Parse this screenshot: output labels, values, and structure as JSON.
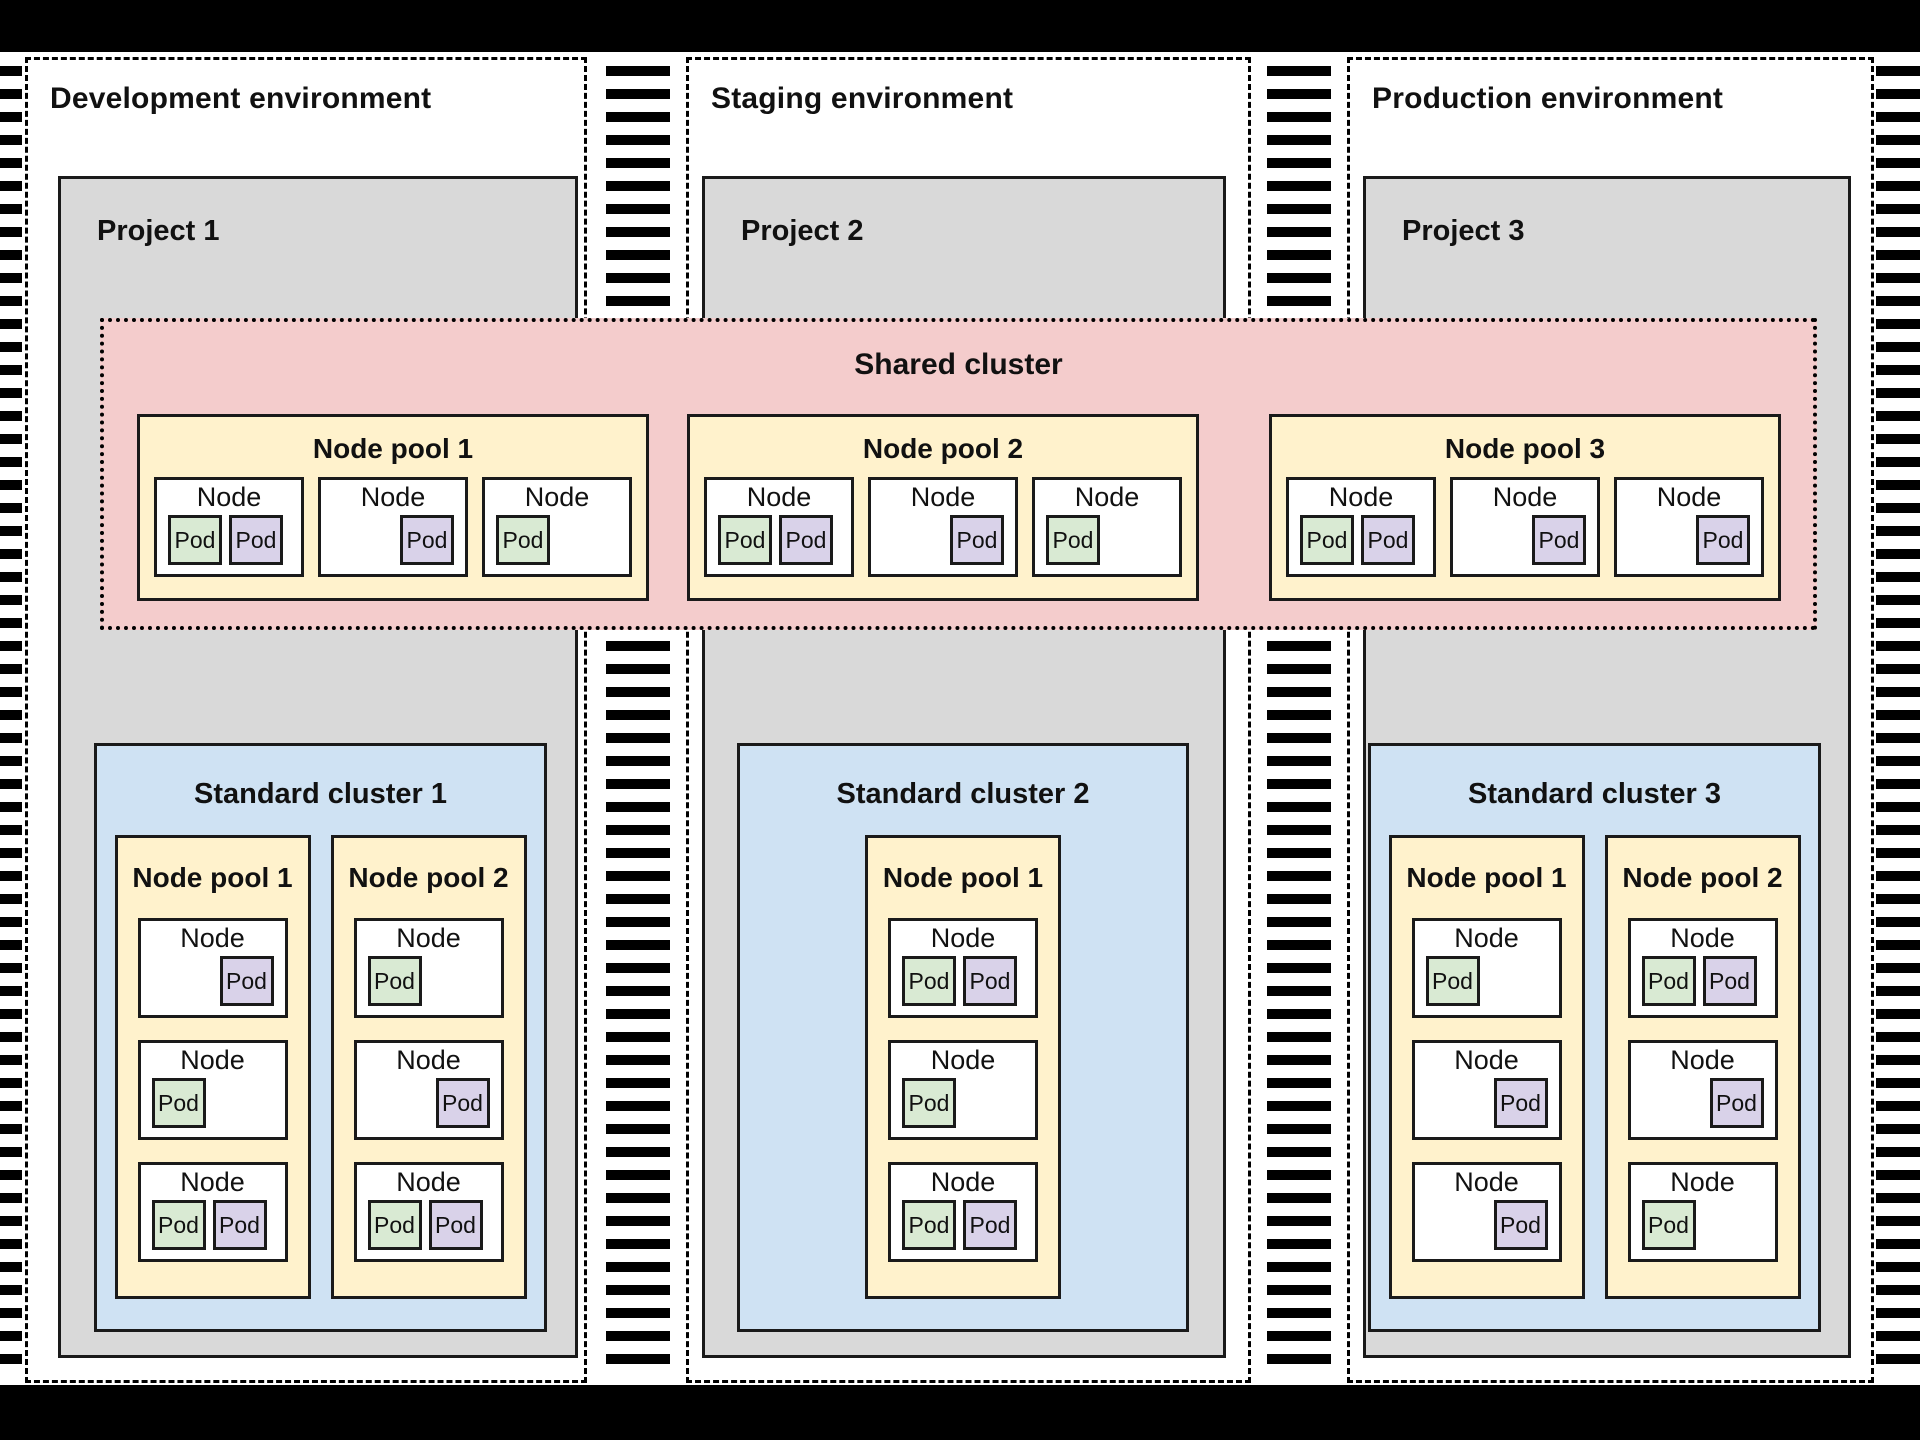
{
  "labels": {
    "node": "Node",
    "pod": "Pod"
  },
  "colors": {
    "page_frame": "#000000",
    "project_bg": "#d9d9d9",
    "shared_cluster_bg": "#f4cccc",
    "node_pool_bg": "#fff2cc",
    "standard_cluster_bg": "#cfe2f3",
    "pod_green": "#d9ead3",
    "pod_purple": "#d9d2e9"
  },
  "shared_cluster": {
    "title": "Shared cluster",
    "node_pools": [
      {
        "title": "Node pool 1",
        "nodes": [
          {
            "align": "left",
            "pods": [
              "green",
              "purple"
            ]
          },
          {
            "align": "right",
            "pods": [
              "purple"
            ]
          },
          {
            "align": "left",
            "pods": [
              "green"
            ]
          }
        ]
      },
      {
        "title": "Node pool 2",
        "nodes": [
          {
            "align": "left",
            "pods": [
              "green",
              "purple"
            ]
          },
          {
            "align": "right",
            "pods": [
              "purple"
            ]
          },
          {
            "align": "left",
            "pods": [
              "green"
            ]
          }
        ]
      },
      {
        "title": "Node pool 3",
        "nodes": [
          {
            "align": "left",
            "pods": [
              "green",
              "purple"
            ]
          },
          {
            "align": "right",
            "pods": [
              "purple"
            ]
          },
          {
            "align": "right",
            "pods": [
              "purple"
            ]
          }
        ]
      }
    ]
  },
  "environments": [
    {
      "title": "Development environment",
      "project": {
        "title": "Project 1",
        "standard_cluster": {
          "title": "Standard cluster 1",
          "node_pools": [
            {
              "title": "Node pool 1",
              "nodes": [
                {
                  "align": "right",
                  "pods": [
                    "purple"
                  ]
                },
                {
                  "align": "left",
                  "pods": [
                    "green"
                  ]
                },
                {
                  "align": "left",
                  "pods": [
                    "green",
                    "purple"
                  ]
                }
              ]
            },
            {
              "title": "Node pool 2",
              "nodes": [
                {
                  "align": "left",
                  "pods": [
                    "green"
                  ]
                },
                {
                  "align": "right",
                  "pods": [
                    "purple"
                  ]
                },
                {
                  "align": "left",
                  "pods": [
                    "green",
                    "purple"
                  ]
                }
              ]
            }
          ]
        }
      }
    },
    {
      "title": "Staging environment",
      "project": {
        "title": "Project 2",
        "standard_cluster": {
          "title": "Standard cluster 2",
          "node_pools": [
            {
              "title": "Node pool 1",
              "nodes": [
                {
                  "align": "left",
                  "pods": [
                    "green",
                    "purple"
                  ]
                },
                {
                  "align": "left",
                  "pods": [
                    "green"
                  ]
                },
                {
                  "align": "left",
                  "pods": [
                    "green",
                    "purple"
                  ]
                }
              ]
            }
          ]
        }
      }
    },
    {
      "title": "Production environment",
      "project": {
        "title": "Project 3",
        "standard_cluster": {
          "title": "Standard cluster 3",
          "node_pools": [
            {
              "title": "Node pool 1",
              "nodes": [
                {
                  "align": "left",
                  "pods": [
                    "green"
                  ]
                },
                {
                  "align": "right",
                  "pods": [
                    "purple"
                  ]
                },
                {
                  "align": "right",
                  "pods": [
                    "purple"
                  ]
                }
              ]
            },
            {
              "title": "Node pool 2",
              "nodes": [
                {
                  "align": "left",
                  "pods": [
                    "green",
                    "purple"
                  ]
                },
                {
                  "align": "right",
                  "pods": [
                    "purple"
                  ]
                },
                {
                  "align": "left",
                  "pods": [
                    "green"
                  ]
                }
              ]
            }
          ]
        }
      }
    }
  ]
}
